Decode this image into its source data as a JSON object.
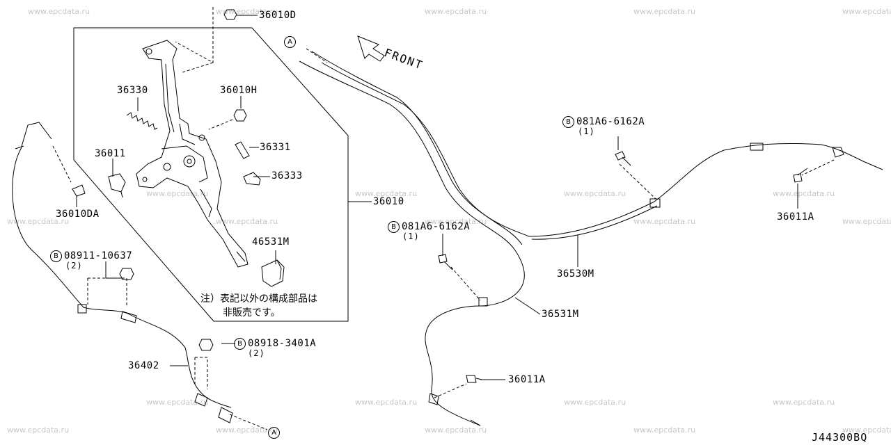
{
  "watermark": "www.epcdata.ru",
  "diagram_code": "J44300BQ",
  "front_label": "FRONT",
  "ref_marker": "A",
  "bolt_marker": "B",
  "parts": {
    "p36010D": "36010D",
    "p36330": "36330",
    "p36010H": "36010H",
    "p36011": "36011",
    "p36331": "36331",
    "p36333": "36333",
    "p36010DA": "36010DA",
    "p36010": "36010",
    "p46531M": "46531M",
    "p36011A_right": "36011A",
    "p36530M": "36530M",
    "p36531M": "36531M",
    "p36402": "36402",
    "p36011A_bottom": "36011A"
  },
  "bolts": {
    "b1": {
      "code": "081A6-6162A",
      "qty": "(1)"
    },
    "b2": {
      "code": "081A6-6162A",
      "qty": "(1)"
    },
    "b3": {
      "code": "08911-10637",
      "qty": "(2)"
    },
    "b4": {
      "code": "08918-3401A",
      "qty": "(2)"
    }
  },
  "note": {
    "line1": "注）表記以外の構成部品は",
    "line2": "非販売です。"
  }
}
